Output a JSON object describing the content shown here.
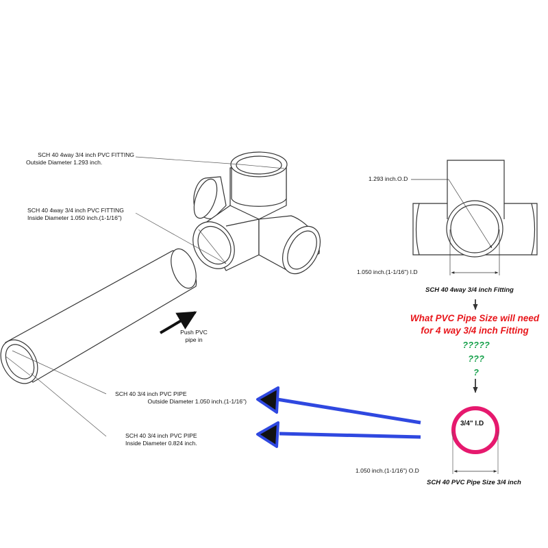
{
  "colors": {
    "line": "#333333",
    "blue_arrow": "#2f48e0",
    "pink_ring": "#e6196e",
    "question_red": "#e8161b",
    "question_green": "#15a04a"
  },
  "labels": {
    "fitting_od": [
      "SCH 40 4way 3/4 inch PVC FITTING",
      "Outside Diameter 1.293 inch."
    ],
    "fitting_id": [
      "SCH 40 4way 3/4 inch PVC FITTING",
      "Inside Diameter 1.050 inch.(1-1/16\")"
    ],
    "push": [
      "Push PVC",
      "pipe in"
    ],
    "pipe_od": [
      "SCH 40 3/4 inch PVC PIPE",
      "Outside Diameter 1.050 inch.(1-1/16\")"
    ],
    "pipe_id": [
      "SCH 40 3/4 inch PVC PIPE",
      "Inside Diameter 0.824 inch."
    ]
  },
  "front_view": {
    "od_label": "1.293 inch.O.D",
    "id_label": "1.050 inch.(1-1/16\") I.D",
    "caption": "SCH 40 4way 3/4 inch Fitting"
  },
  "question": {
    "line1": "What PVC Pipe Size will need",
    "line2": "for 4 way  3/4 inch Fitting",
    "marks": [
      "?????",
      "???",
      "?"
    ]
  },
  "pipe_section": {
    "ring_label": "3/4\" I.D",
    "od_label": "1.050 inch.(1-1/16\") O.D",
    "caption": "SCH 40 PVC Pipe Size 3/4 inch"
  },
  "icons": [
    "black-push-arrow-icon",
    "blue-pointer-arrow-icon",
    "down-arrow-icon"
  ]
}
